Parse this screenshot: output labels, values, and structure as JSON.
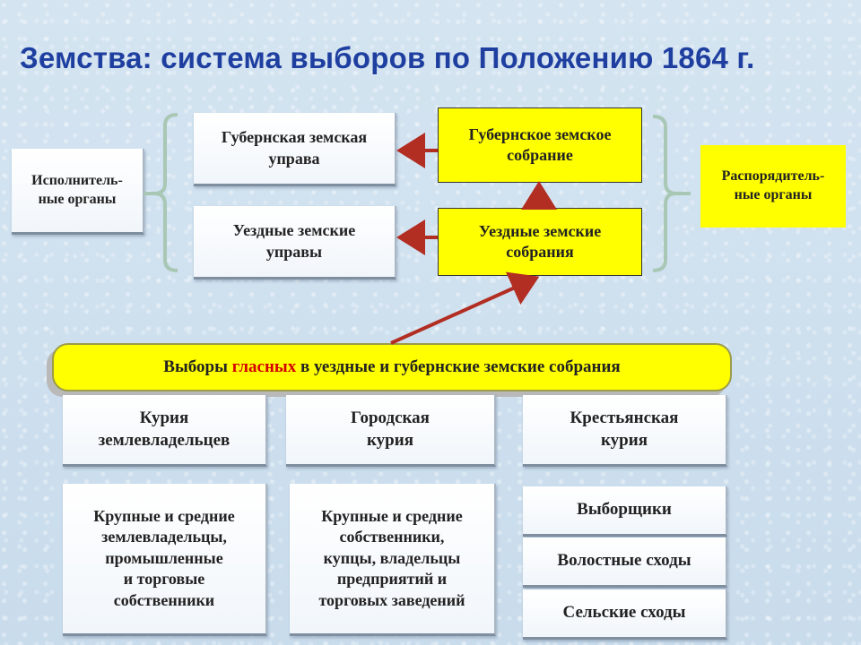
{
  "title": "Земства: система выборов по Положению 1864 г.",
  "executive": {
    "label": "Исполнитель-\nные органы",
    "gub_uprava": "Губернская земская\nуправа",
    "uezd_upravy": "Уездные земские\nуправы"
  },
  "administrative": {
    "label": "Распорядитель-\nные органы",
    "gub_sobranie": "Губернское земское\nсобрание",
    "uezd_sobrania": "Уездные земские\nсобрания"
  },
  "elections": {
    "prefix": "Выборы ",
    "highlight": "гласных",
    "suffix": " в уездные и губернские земские собрания",
    "highlight_color": "#d40000"
  },
  "curiae": [
    {
      "name": "Курия\nземлевладельцев",
      "members": "Крупные и средние\nземлевладельцы,\nпромышленные\nи торговые\nсобственники"
    },
    {
      "name": "Городская\nкурия",
      "members": "Крупные и средние\nсобственники,\nкупцы, владельцы\nпредприятий и\nторговых заведений"
    },
    {
      "name": "Крестьянская\nкурия",
      "levels": [
        "Выборщики",
        "Волостные сходы",
        "Сельские сходы"
      ]
    }
  ],
  "colors": {
    "title": "#1f3fa0",
    "yellow_box": "#ffff00",
    "arrow": "#b22d22",
    "bracket": "#a9c7b5"
  }
}
